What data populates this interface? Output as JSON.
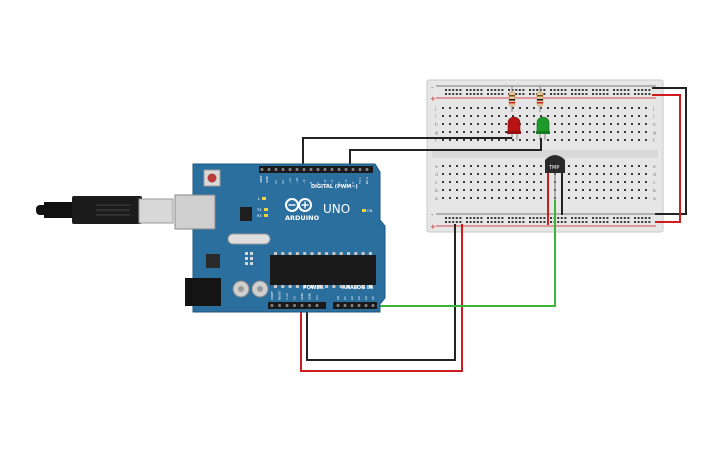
{
  "arduino": {
    "brand": "ARDUINO",
    "model": "UNO",
    "digital_header": "DIGITAL (PWM~)",
    "power_header": "POWER",
    "analog_header": "ANALOG IN",
    "on_label": "ON",
    "tx_label": "TX",
    "rx_label": "RX",
    "l_label": "L",
    "aref_label": "AREF",
    "gnd_label": "GND",
    "power_pins": [
      "IOREF",
      "RESET",
      "3.3V",
      "5V",
      "GND",
      "GND",
      "Vin"
    ],
    "analog_pins": [
      "A0",
      "A1",
      "A2",
      "A3",
      "A4",
      "A5"
    ],
    "digital_pins": [
      "13",
      "12",
      "~11",
      "~10",
      "~9",
      "8",
      "7",
      "~6",
      "~5",
      "4",
      "~3",
      "2",
      "TX 1",
      "RX 0"
    ]
  },
  "sensor": {
    "label": "TMP"
  },
  "breadboard": {
    "rows_top": [
      "j",
      "i",
      "h",
      "g",
      "f"
    ],
    "rows_bottom": [
      "e",
      "d",
      "c",
      "b",
      "a"
    ],
    "rail_plus": "+",
    "rail_minus": "-"
  },
  "colors": {
    "board": "#2b6f9e",
    "wire_black": "#222222",
    "wire_red": "#d01c1c",
    "wire_green": "#3ab53a",
    "led_red": "#b81212",
    "led_green": "#1e9a2a",
    "breadboard": "#e8e8e8"
  }
}
